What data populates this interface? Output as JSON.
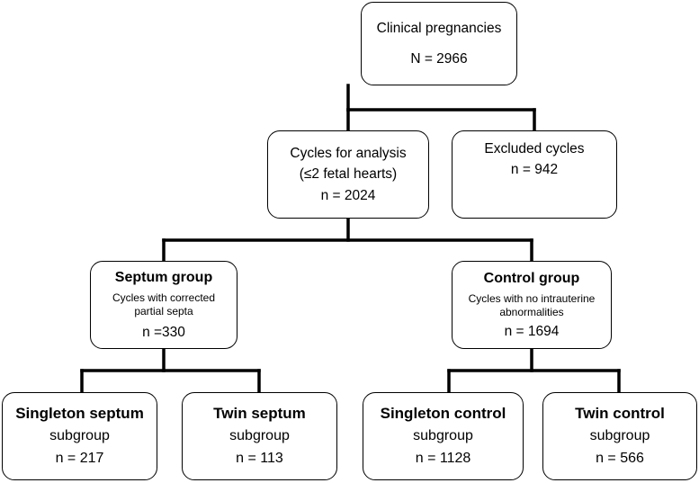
{
  "root": {
    "title": "Clinical pregnancies",
    "count": "N = 2966"
  },
  "analysis": {
    "line1": "Cycles for analysis",
    "line2": "(≤2 fetal hearts)",
    "count": "n = 2024"
  },
  "excluded": {
    "title": "Excluded cycles",
    "count": "n = 942"
  },
  "septum": {
    "title": "Septum group",
    "desc": "Cycles with corrected partial septa",
    "count": "n =330"
  },
  "control": {
    "title": "Control group",
    "desc": "Cycles with no intrauterine abnormalities",
    "count": "n = 1694"
  },
  "singleton_septum": {
    "title": "Singleton septum",
    "sub": "subgroup",
    "count": "n = 217"
  },
  "twin_septum": {
    "title": "Twin septum",
    "sub": "subgroup",
    "count": "n = 113"
  },
  "singleton_control": {
    "title": "Singleton control",
    "sub": "subgroup",
    "count": "n = 1128"
  },
  "twin_control": {
    "title": "Twin control",
    "sub": "subgroup",
    "count": "n = 566"
  }
}
